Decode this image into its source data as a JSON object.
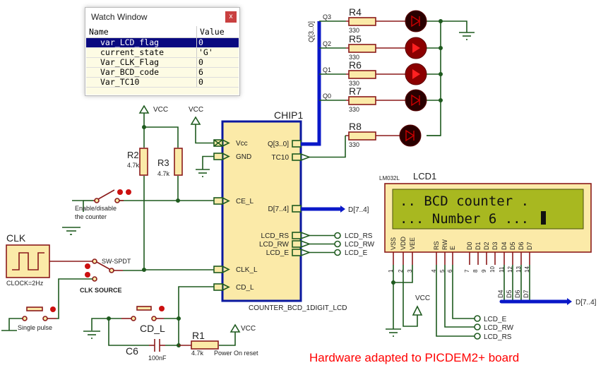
{
  "watch_window": {
    "title": "Watch Window",
    "close_label": "x",
    "columns": [
      "Name",
      "Value"
    ],
    "rows": [
      {
        "name": "var_LCD_flag",
        "value": "0",
        "selected": true
      },
      {
        "name": "current_state",
        "value": "'G'",
        "selected": false
      },
      {
        "name": "Var_CLK_Flag",
        "value": "0",
        "selected": false
      },
      {
        "name": "Var_BCD_code",
        "value": "6",
        "selected": false
      },
      {
        "name": "Var_TC10",
        "value": "0",
        "selected": false
      }
    ]
  },
  "chip": {
    "ref": "CHIP1",
    "part": "COUNTER_BCD_1DIGIT_LCD",
    "left_pins": [
      "Vcc",
      "GND",
      "CE_L",
      "CLK_L",
      "CD_L"
    ],
    "right_pins": [
      "Q[3..0]",
      "TC10",
      "D[7..4]",
      "LCD_RS",
      "LCD_RW",
      "LCD_E"
    ]
  },
  "leds": {
    "bus_label": "Q[3..0]",
    "rows": [
      {
        "net": "Q3",
        "resistor": "R4",
        "value": "330",
        "lit": false
      },
      {
        "net": "Q2",
        "resistor": "R5",
        "value": "330",
        "lit": true
      },
      {
        "net": "Q1",
        "resistor": "R6",
        "value": "330",
        "lit": true
      },
      {
        "net": "Q0",
        "resistor": "R7",
        "value": "330",
        "lit": false
      },
      {
        "net": "",
        "resistor": "R8",
        "value": "330",
        "lit": false
      }
    ]
  },
  "pullups": {
    "r2": {
      "ref": "R2",
      "value": "4.7k"
    },
    "r3": {
      "ref": "R3",
      "value": "4.7k"
    },
    "vcc1": "VCC",
    "vcc2": "VCC"
  },
  "switches": {
    "enable": "Enable/disable",
    "enable2": "the counter",
    "spdt": "SW-SPDT",
    "clk_source": "CLK SOURCE",
    "single_pulse": "Single pulse",
    "cd_l": "CD_L"
  },
  "clock": {
    "ref": "CLK",
    "label": "CLOCK=2Hz"
  },
  "reset": {
    "r1": {
      "ref": "R1",
      "value": "4.7k"
    },
    "c6": {
      "ref": "C6",
      "value": "100nF"
    },
    "note": "Power On reset",
    "vcc": "VCC"
  },
  "lcd": {
    "part": "LM032L",
    "ref": "LCD1",
    "line1": ".. BCD counter .",
    "line2": "... Number 6 ...",
    "pin_names": [
      "VSS",
      "VDD",
      "VEE",
      "RS",
      "RW",
      "E",
      "D0",
      "D1",
      "D2",
      "D3",
      "D4",
      "D5",
      "D6",
      "D7"
    ],
    "pin_numbers": [
      "1",
      "2",
      "3",
      "4",
      "5",
      "6",
      "7",
      "8",
      "9",
      "10",
      "11",
      "12",
      "13",
      "14"
    ],
    "vcc": "VCC",
    "bus_taps": [
      "D4",
      "D5",
      "D6",
      "D7"
    ]
  },
  "nets": {
    "d_bus": "D[7..4]",
    "lcd_rs": "LCD_RS",
    "lcd_rw": "LCD_RW",
    "lcd_e": "LCD_E"
  },
  "note": "Hardware adapted to PICDEM2+ board",
  "colors": {
    "wire": "#1e5a1e",
    "comp": "#8b1a1a",
    "body": "#fbeaa8",
    "bus": "#0a18c8",
    "note": "#ff0000",
    "lcd_screen": "#a8b820"
  }
}
